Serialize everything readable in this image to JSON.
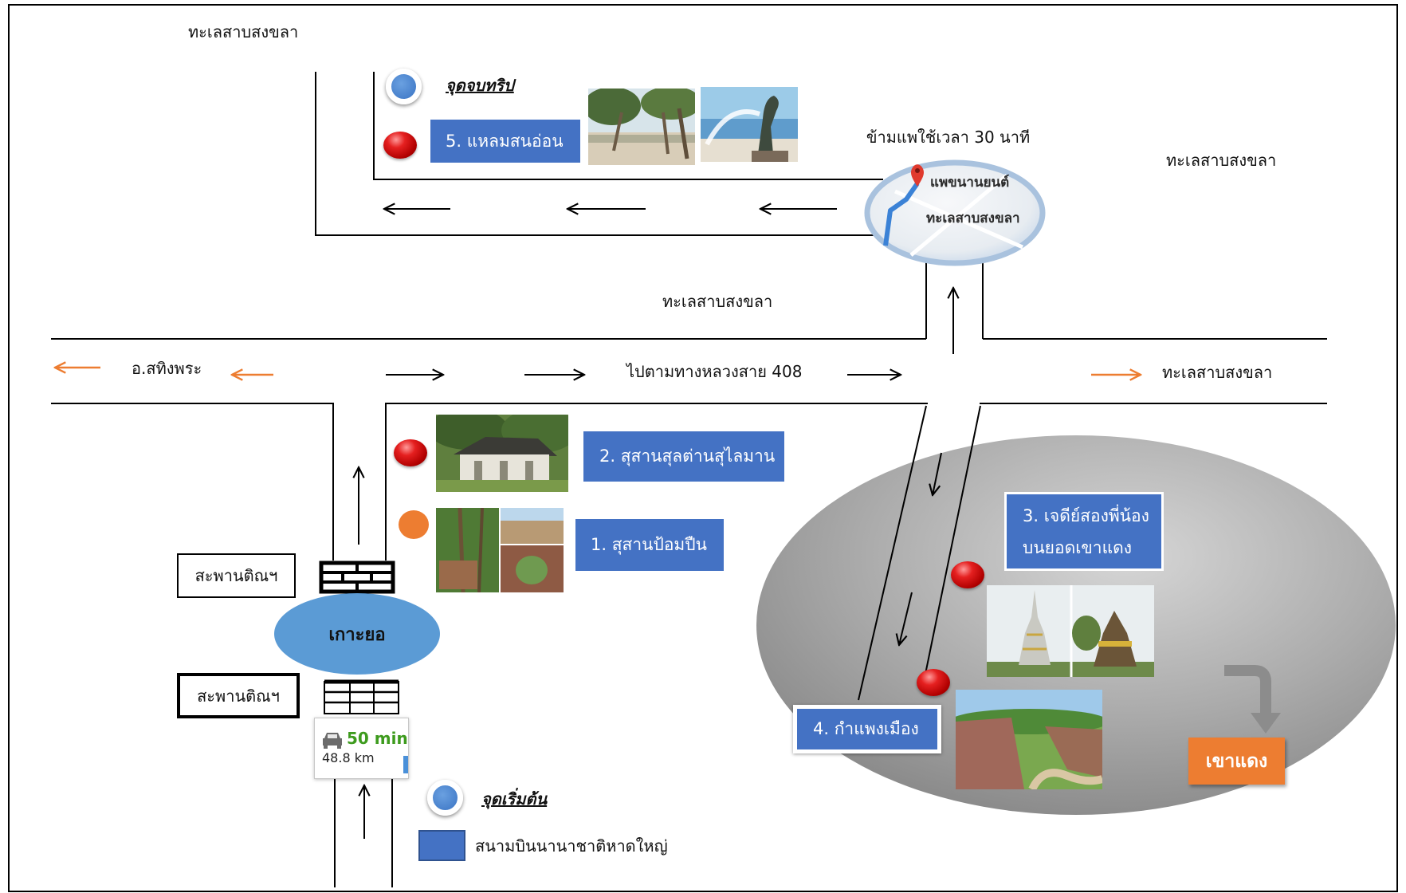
{
  "lake_labels": {
    "top_left": "ทะเลสาบสงขลา",
    "right": "ทะเลสาบสงขลา",
    "middle": "ทะเลสาบสงขลา",
    "east": "ทะเลสาบสงขลา"
  },
  "trip": {
    "end_label": "จุดจบทริป",
    "start_label": "จุดเริ่มต้น"
  },
  "ferry": {
    "note": "ข้ามแพใช้เวลา 30 นาที",
    "map_label_line1": "แพขนานยนต์",
    "map_label_line2": "ทะเลสาบสงขลา"
  },
  "roads": {
    "district": "อ.สทิงพระ",
    "highway": "ไปตามทางหลวงสาย 408"
  },
  "stops": [
    {
      "label": "1. สุสานป้อมปืน"
    },
    {
      "label": "2. สุสานสุลต่านสุไลมาน"
    },
    {
      "line1": "3. เจดีย์สองพี่น้อง",
      "line2": "บนยอดเขาแดง"
    },
    {
      "label": "4. กำแพงเมือง"
    },
    {
      "label": "5. แหลมสนอ่อน"
    }
  ],
  "bridges": [
    "สะพานติณฯ",
    "สะพานติณฯ"
  ],
  "island": "เกาะยอ",
  "route_summary": {
    "duration": "50 min",
    "distance": "48.8 km",
    "icon": "car-icon"
  },
  "legend": {
    "airport": "สนามบินนานาชาติหาดใหญ่"
  },
  "area": {
    "khao_daeng": "เขาแดง"
  },
  "icons": {
    "start": "blue-circle-marker-icon",
    "end": "blue-circle-marker-icon",
    "stop": "red-oval-marker-icon",
    "first_stop": "orange-circle-marker-icon",
    "ferry": "map-pin-icon"
  },
  "colors": {
    "box_blue": "#4472C4",
    "accent_orange": "#ED7D31",
    "island_blue": "#5B9BD5",
    "marker_red": "#C00000",
    "route_green": "#3E9B1E",
    "area_gray": "#A8A8A8"
  }
}
